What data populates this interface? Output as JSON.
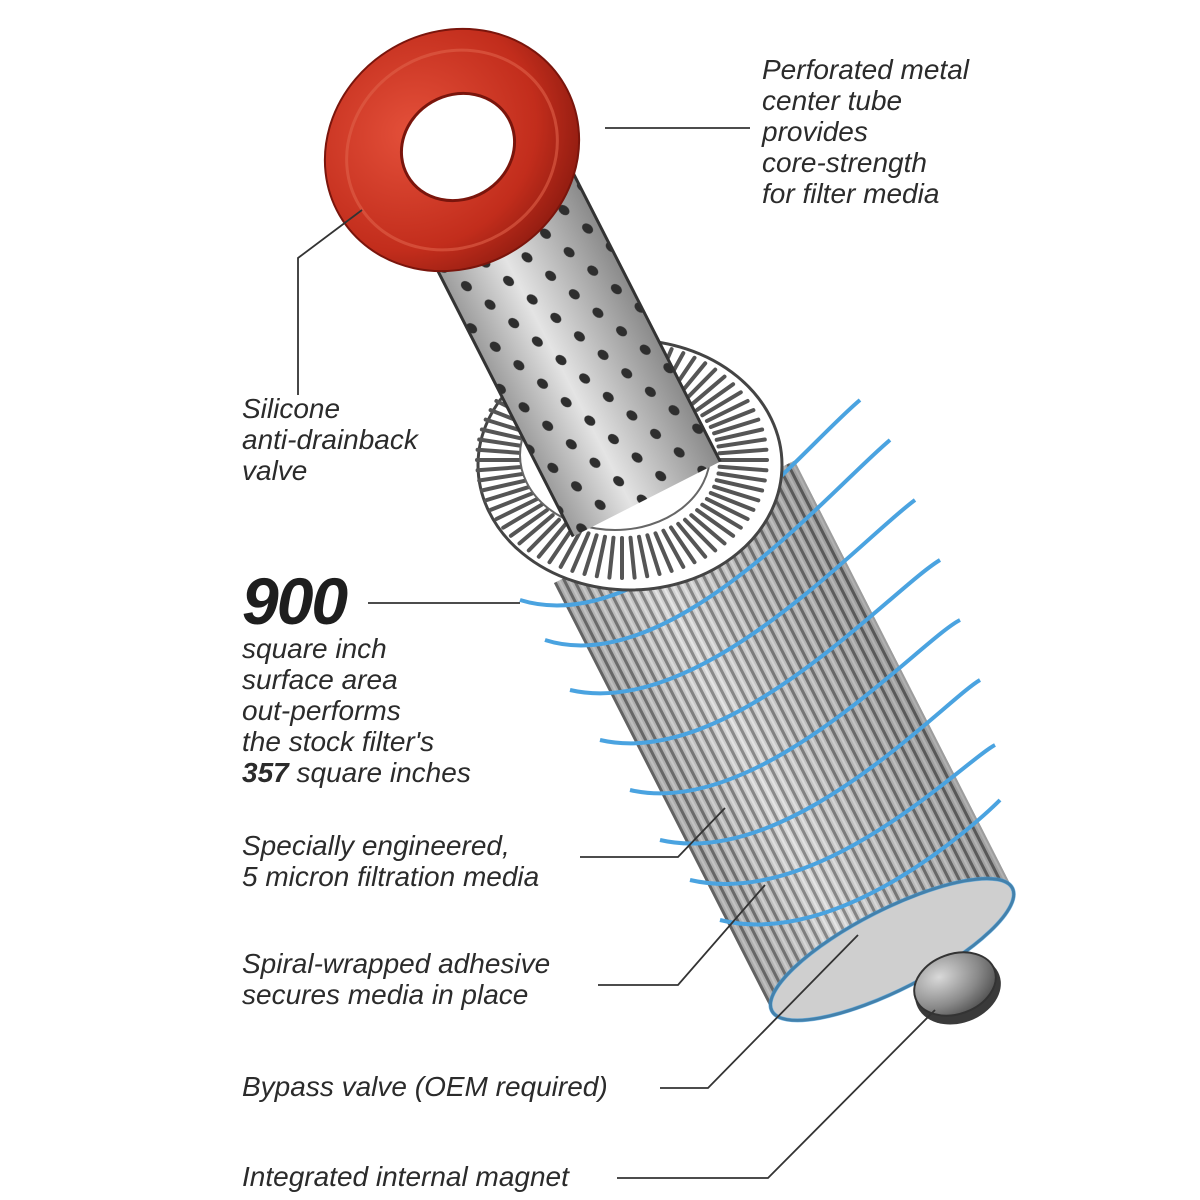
{
  "labels": {
    "center_tube": [
      "Perforated metal",
      "center tube",
      "provides",
      "core-strength",
      "for filter media"
    ],
    "valve": [
      "Silicone",
      "anti-drainback",
      "valve"
    ],
    "surface_number": "900",
    "surface_lines": [
      "square inch",
      "surface area",
      "out-performs",
      "the stock filter's"
    ],
    "stock_number": "357",
    "stock_suffix": " square inches",
    "media": [
      "Specially engineered,",
      "5 micron filtration media"
    ],
    "adhesive": [
      "Spiral-wrapped adhesive",
      "secures media in place"
    ],
    "bypass": "Bypass valve (OEM required)",
    "magnet": "Integrated internal magnet"
  },
  "colors": {
    "valve_red": "#c8301f",
    "adhesive_blue": "#4aa3e0",
    "media_gray": "#9a9a9a",
    "leader_line": "#333333"
  }
}
